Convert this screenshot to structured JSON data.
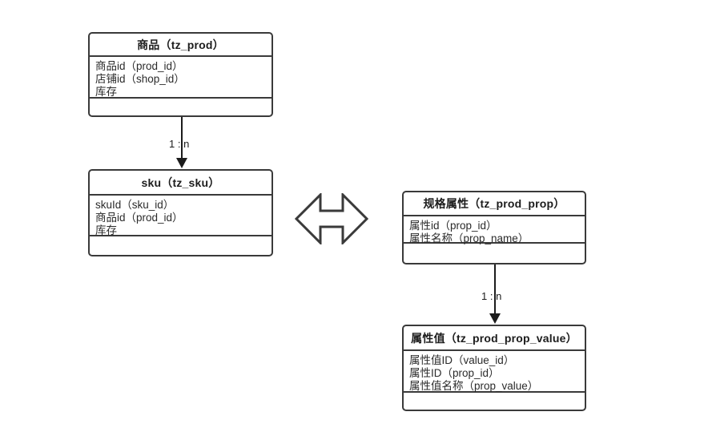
{
  "diagram": {
    "type": "er-class-diagram",
    "entities": [
      {
        "id": "prod",
        "title": "商品（tz_prod）",
        "fields": [
          "商品id（prod_id）",
          "店铺id（shop_id）",
          "库存"
        ]
      },
      {
        "id": "sku",
        "title": "sku（tz_sku）",
        "fields": [
          "skuId（sku_id）",
          "商品id（prod_id）",
          "库存"
        ]
      },
      {
        "id": "prop",
        "title": "规格属性（tz_prod_prop）",
        "fields": [
          "属性id（prop_id）",
          "属性名称（prop_name）"
        ]
      },
      {
        "id": "propvalue",
        "title": "属性值（tz_prod_prop_value）",
        "fields": [
          "属性值ID（value_id）",
          "属性ID（prop_id）",
          "属性值名称（prop_value）"
        ]
      }
    ],
    "connectors": [
      {
        "id": "prod-sku",
        "label": "1 : n",
        "from": "prod",
        "to": "sku"
      },
      {
        "id": "prop-value",
        "label": "1 : n",
        "from": "prop",
        "to": "propvalue"
      }
    ],
    "relation_symbol": {
      "name": "double-headed-arrow",
      "between": [
        "sku",
        "prop"
      ]
    },
    "colors": {
      "border": "#3a3a3a",
      "title_text": "#1c1c1c",
      "field_text": "#2b2b2b",
      "background": "#ffffff",
      "connector": "#1c1c1c"
    }
  }
}
